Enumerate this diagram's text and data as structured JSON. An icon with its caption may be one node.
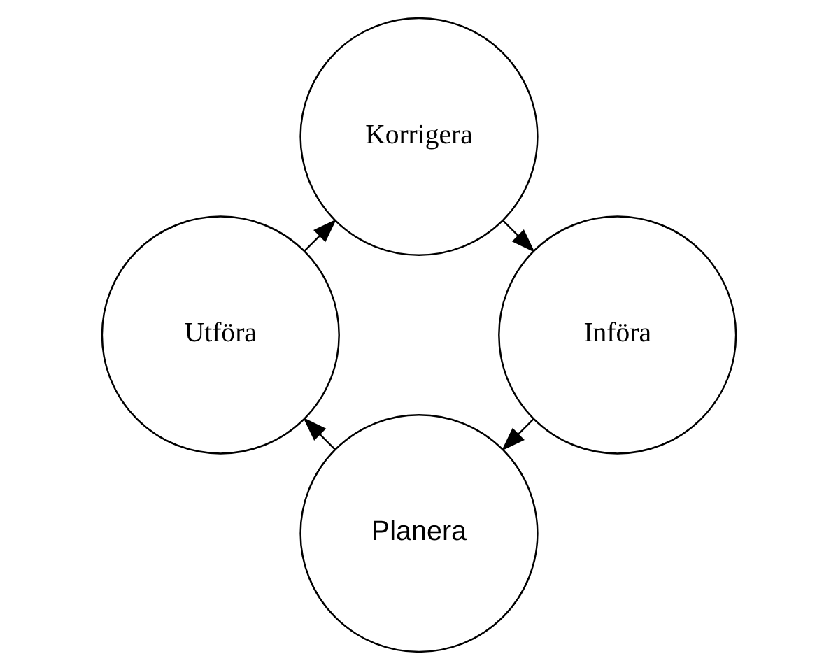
{
  "diagram": {
    "nodes": [
      {
        "text": [
          "Planera"
        ]
      },
      {
        "text": [
          "Utföra"
        ]
      },
      {
        "text": [
          "Korrigera"
        ]
      },
      {
        "text": [
          "Införa"
        ]
      }
    ],
    "edges": [
      {
        "from": 0,
        "to": 1,
        "arrow": "to"
      },
      {
        "from": 1,
        "to": 2,
        "arrow": "to"
      },
      {
        "from": 2,
        "to": 3,
        "arrow": "to"
      },
      {
        "from": 3,
        "to": 0,
        "arrow": "to"
      }
    ]
  }
}
